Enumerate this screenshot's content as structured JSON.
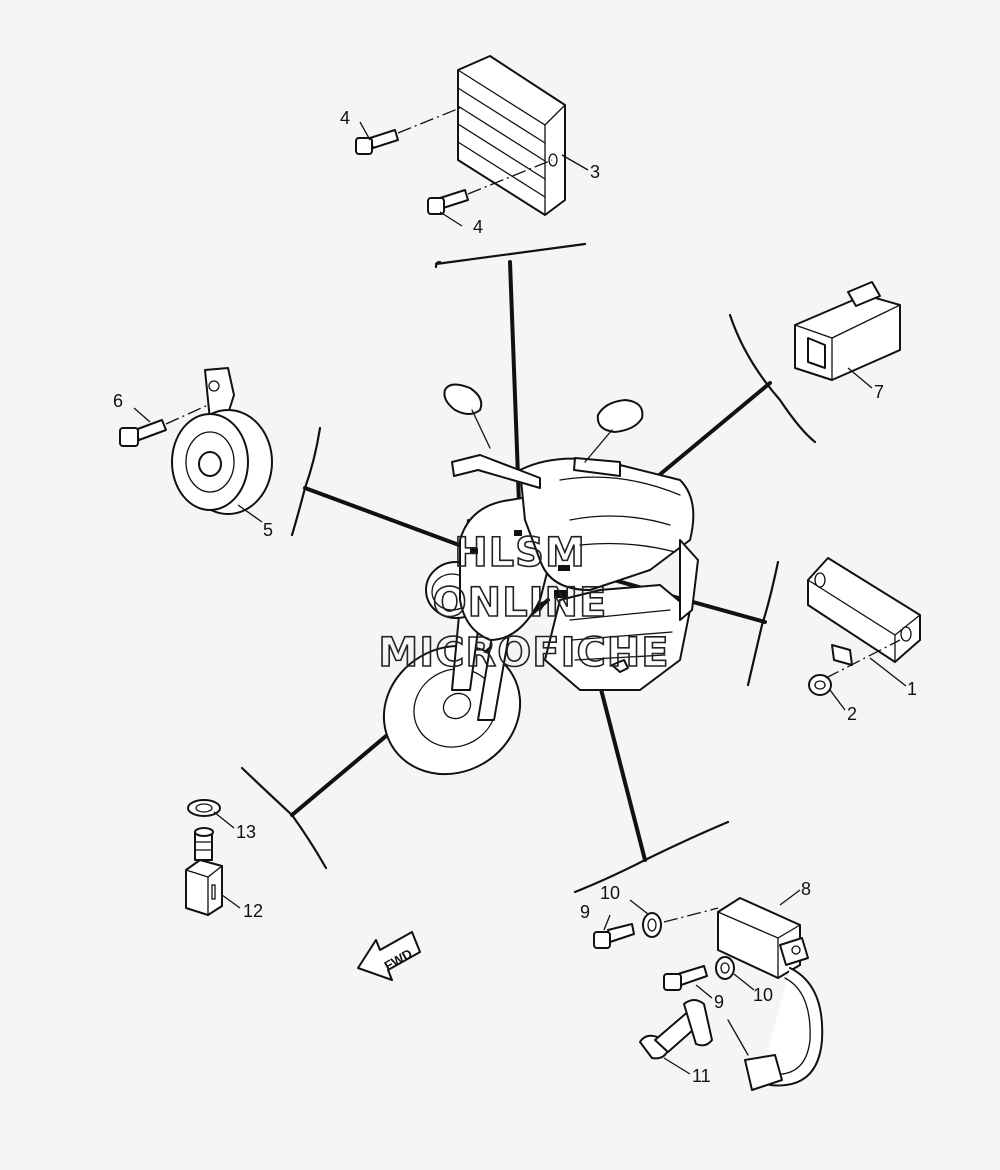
{
  "watermark": {
    "line1": "HLSM",
    "line2": "ONLINE",
    "line3": "MICROFICHE"
  },
  "direction_label": "FWD",
  "callouts": {
    "c1": "1",
    "c2": "2",
    "c3": "3",
    "c4a": "4",
    "c4b": "4",
    "c5": "5",
    "c6": "6",
    "c7": "7",
    "c8": "8",
    "c9a": "9",
    "c9b": "9",
    "c10a": "10",
    "c10b": "10",
    "c11": "11",
    "c12": "12",
    "c13": "13"
  }
}
